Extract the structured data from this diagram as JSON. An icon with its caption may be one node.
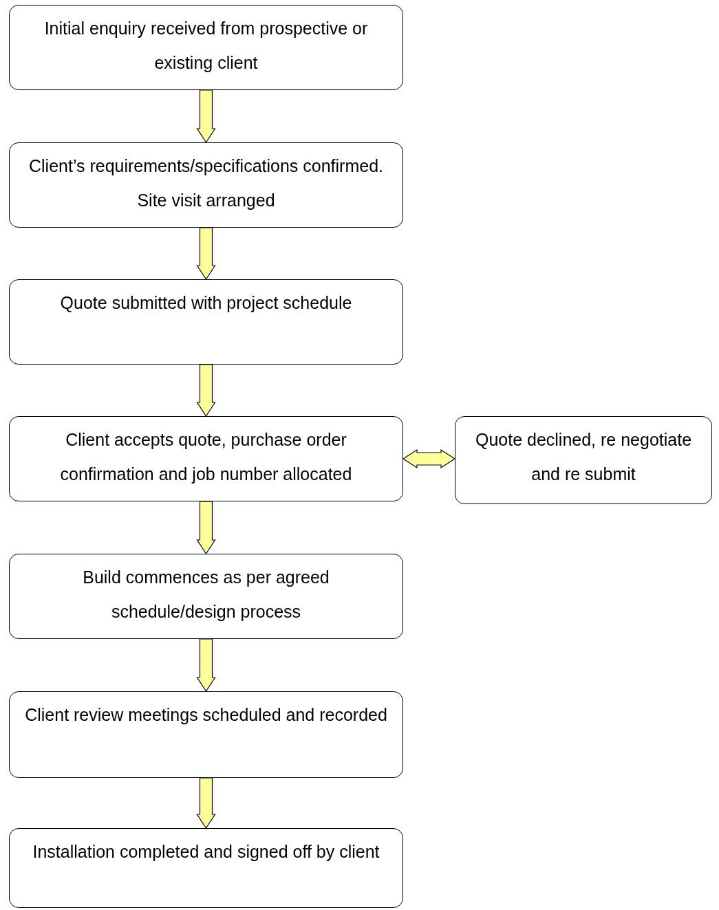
{
  "diagram": {
    "nodes": [
      {
        "text": [
          "Initial enquiry received from prospective or existing client"
        ]
      },
      {
        "text": [
          "Client’s requirements/specifications confirmed. Site visit arranged"
        ]
      },
      {
        "text": [
          "Quote submitted with project schedule"
        ]
      },
      {
        "text": [
          "Client accepts quote, purchase order confirmation and job number allocated"
        ]
      },
      {
        "text": [
          "Quote declined, re negotiate and re submit"
        ]
      },
      {
        "text": [
          "Build commences as per agreed schedule/design process"
        ]
      },
      {
        "text": [
          "Client review meetings scheduled and recorded"
        ]
      },
      {
        "text": [
          "Installation completed and signed off by client"
        ]
      }
    ],
    "edges": [
      {
        "from": 0,
        "to": 1,
        "arrow": "to"
      },
      {
        "from": 1,
        "to": 2,
        "arrow": "to"
      },
      {
        "from": 2,
        "to": 3,
        "arrow": "to"
      },
      {
        "from": 3,
        "to": 4,
        "arrow": "both"
      },
      {
        "from": 3,
        "to": 5,
        "arrow": "to"
      },
      {
        "from": 5,
        "to": 6,
        "arrow": "to"
      },
      {
        "from": 6,
        "to": 7,
        "arrow": "to"
      }
    ]
  }
}
